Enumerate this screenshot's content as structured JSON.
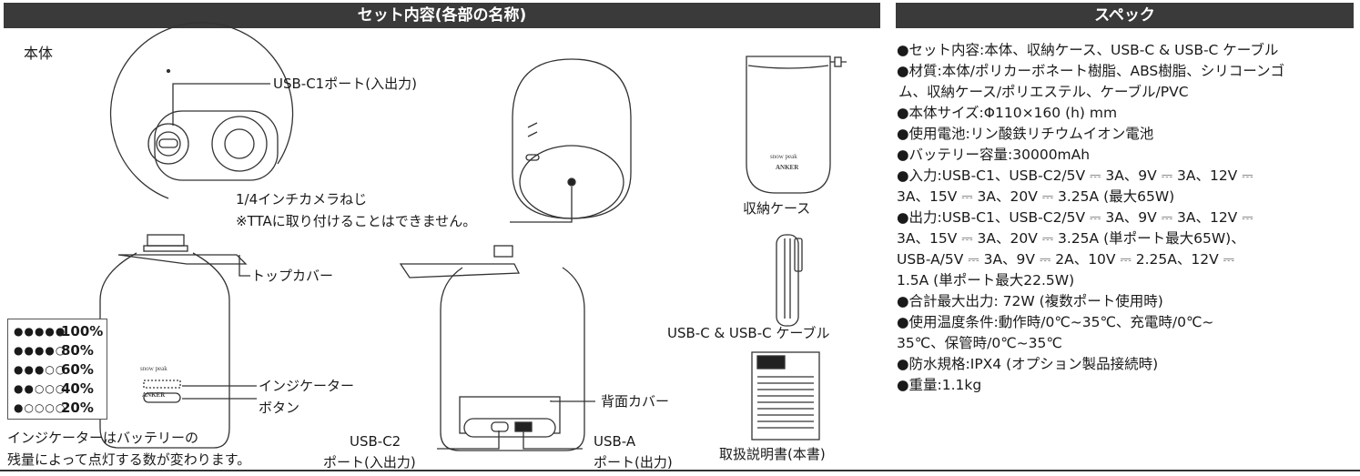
{
  "left": {
    "header": "セット内容(各部の名称)",
    "body_label": "本体",
    "usb_c1_port": "USB-C1ポート(入出力)",
    "screw_line1": "1/4インチカメラねじ",
    "screw_line2": "※TTAに取り付けることはできません。",
    "top_cover": "トップカバー",
    "indicator": "インジケーター",
    "button": "ボタン",
    "back_cover": "背面カバー",
    "usb_c2_line1": "USB-C2",
    "usb_c2_line2": "ポート(入出力)",
    "usb_a_line1": "USB-A",
    "usb_a_line2": "ポート(出力)",
    "storage_case": "収納ケース",
    "cable": "USB-C & USB-C ケーブル",
    "manual": "取扱説明書(本書)",
    "note_line1": "インジケーターはバッテリーの",
    "note_line2": "残量によって点灯する数が変わります。",
    "indicator_levels": [
      {
        "dots": "●●●●●",
        "label": "100%"
      },
      {
        "dots": "●●●●○",
        "label": "80%"
      },
      {
        "dots": "●●●○○",
        "label": "60%"
      },
      {
        "dots": "●●○○○",
        "label": "40%"
      },
      {
        "dots": "●○○○○",
        "label": "20%"
      }
    ]
  },
  "right": {
    "header": "スペック",
    "specs": [
      "●セット内容:本体、収納ケース、USB-C & USB-C ケーブル",
      "●材質:本体/ポリカーボネート樹脂、ABS樹脂、シリコーンゴ",
      "ム、収納ケース/ポリエステル、ケーブル/PVC",
      "●本体サイズ:Φ110×160 (h) mm",
      "●使用電池:リン酸鉄リチウムイオン電池",
      "●バッテリー容量:30000mAh",
      "●入力:USB-C1、USB-C2/5V ⎓ 3A、9V ⎓ 3A、12V ⎓",
      "3A、15V ⎓ 3A、20V ⎓ 3.25A (最大65W)",
      "●出力:USB-C1、USB-C2/5V ⎓ 3A、9V ⎓ 3A、12V ⎓",
      "3A、15V ⎓ 3A、20V ⎓ 3.25A (単ポート最大65W)、",
      "USB-A/5V ⎓ 3A、9V ⎓ 2A、10V ⎓ 2.25A、12V ⎓",
      "1.5A (単ポート最大22.5W)",
      "●合計最大出力: 72W (複数ポート使用時)",
      "●使用温度条件:動作時/0℃~35℃、充電時/0℃~",
      "35℃、保管時/0℃~35℃",
      "●防水規格:IPX4 (オプション製品接続時)",
      "●重量:1.1kg"
    ]
  },
  "product_marks": {
    "logo_text": "snow peak",
    "brand_text": "ANKER"
  }
}
